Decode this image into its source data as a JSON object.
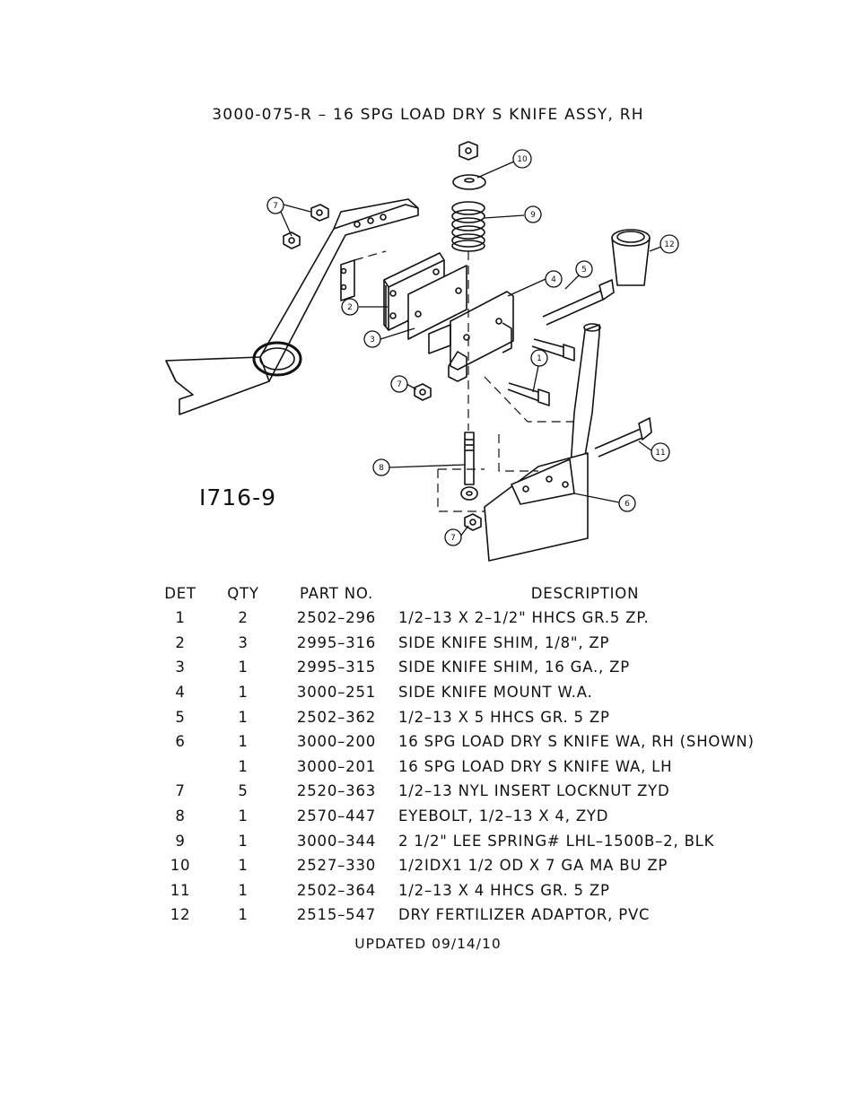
{
  "title": "3000-075-R – 16 SPG LOAD DRY S KNIFE ASSY, RH",
  "drawing_number": "I716-9",
  "callouts": [
    "1",
    "2",
    "3",
    "4",
    "5",
    "6",
    "7",
    "8",
    "9",
    "10",
    "11",
    "12"
  ],
  "table": {
    "headers": {
      "det": "DET",
      "qty": "QTY",
      "part": "PART NO.",
      "desc": "DESCRIPTION"
    },
    "rows": [
      {
        "det": "1",
        "qty": "2",
        "part": "2502–296",
        "desc": "1/2–13 X 2–1/2\"  HHCS GR.5 ZP."
      },
      {
        "det": "2",
        "qty": "3",
        "part": "2995–316",
        "desc": "SIDE KNIFE SHIM, 1/8\", ZP"
      },
      {
        "det": "3",
        "qty": "1",
        "part": "2995–315",
        "desc": "SIDE KNIFE SHIM, 16 GA., ZP"
      },
      {
        "det": "4",
        "qty": "1",
        "part": "3000–251",
        "desc": "SIDE KNIFE MOUNT W.A."
      },
      {
        "det": "5",
        "qty": "1",
        "part": "2502–362",
        "desc": "1/2–13 X 5 HHCS GR. 5 ZP"
      },
      {
        "det": "6",
        "qty": "1",
        "part": "3000–200",
        "desc": "16 SPG LOAD DRY S KNIFE WA, RH (SHOWN)"
      },
      {
        "det": "",
        "qty": "1",
        "part": "3000–201",
        "desc": "16 SPG LOAD DRY S KNIFE WA, LH"
      },
      {
        "det": "7",
        "qty": "5",
        "part": "2520–363",
        "desc": "1/2–13 NYL INSERT LOCKNUT ZYD"
      },
      {
        "det": "8",
        "qty": "1",
        "part": "2570–447",
        "desc": "EYEBOLT, 1/2–13 X 4, ZYD"
      },
      {
        "det": "9",
        "qty": "1",
        "part": "3000–344",
        "desc": "2 1/2\" LEE SPRING# LHL–1500B–2, BLK"
      },
      {
        "det": "10",
        "qty": "1",
        "part": "2527–330",
        "desc": "1/2IDX1 1/2 OD X 7 GA MA BU ZP"
      },
      {
        "det": "11",
        "qty": "1",
        "part": "2502–364",
        "desc": "1/2–13 X 4 HHCS GR. 5 ZP"
      },
      {
        "det": "12",
        "qty": "1",
        "part": "2515–547",
        "desc": "DRY FERTILIZER ADAPTOR, PVC"
      }
    ]
  },
  "footer": "UPDATED 09/14/10"
}
